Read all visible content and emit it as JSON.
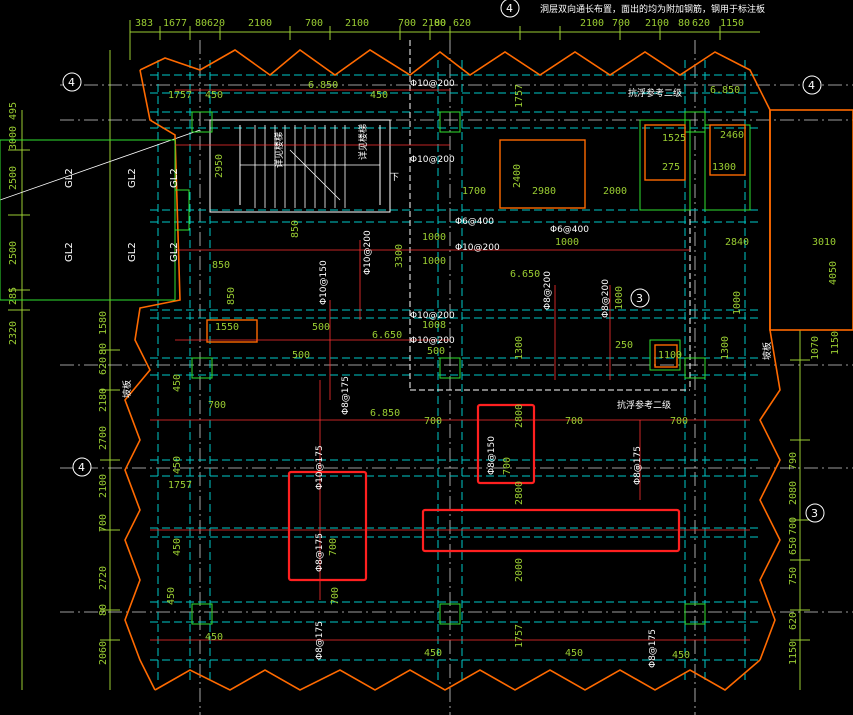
{
  "note_top": "洞层双向通长布置，面出的均为附加钢筋，钢用于标注板",
  "top_dims": [
    "383",
    "1677",
    "80",
    "620",
    "2100",
    "700",
    "2100",
    "700",
    "2100",
    "80",
    "620",
    "2100",
    "700",
    "2100",
    "80",
    "620",
    "1150"
  ],
  "left_dims": [
    "3000",
    "495",
    "2500",
    "2500",
    "285",
    "2320",
    "1580",
    "80",
    "620",
    "2180",
    "2700",
    "2100",
    "700",
    "2720",
    "80",
    "2060"
  ],
  "right_dims": [
    "1070",
    "1150",
    "790",
    "2080",
    "700",
    "650",
    "750",
    "620",
    "1150"
  ],
  "elevations": [
    "6.850",
    "6.650",
    "6.650",
    "6.850",
    "6.850"
  ],
  "gl_labels": [
    "GL2",
    "GL2",
    "GL2",
    "GL2",
    "GL2",
    "GL2"
  ],
  "rebar_labels": [
    "Φ10@200",
    "Φ10@200",
    "Φ10@200",
    "Φ10@200",
    "Φ10@200",
    "Φ10@200",
    "Φ10@150",
    "Φ8@175",
    "Φ8@175",
    "Φ8@175",
    "Φ8@150",
    "Φ8@175",
    "Φ10@175",
    "Φ8@200",
    "Φ6@400",
    "Φ6@400",
    "Φ8@200",
    "Φ8@175"
  ],
  "labels": {
    "stair1": "详见楼梯",
    "stair2": "详见楼梯",
    "down": "下",
    "pit1": "抗浮参考二级",
    "pit2": "抗浮参考二级",
    "slope": "坡板",
    "slope2": "坡板"
  },
  "numbers": [
    "450",
    "450",
    "1757",
    "1757",
    "2950",
    "850",
    "850",
    "850",
    "1000",
    "1000",
    "1000",
    "3300",
    "2400",
    "2980",
    "1700",
    "2000",
    "1525",
    "2460",
    "275",
    "1300",
    "2840",
    "3010",
    "4050",
    "1008",
    "500",
    "500",
    "500",
    "1550",
    "1300",
    "1000",
    "1100",
    "700",
    "700",
    "700",
    "700",
    "2800",
    "700",
    "700",
    "2800",
    "450",
    "450",
    "450",
    "450",
    "450",
    "450",
    "450",
    "450",
    "1757",
    "1757",
    "700",
    "2000",
    "1300",
    "1000",
    "250"
  ],
  "axes": [
    "4",
    "4",
    "4",
    "4",
    "3",
    "3"
  ],
  "colors": {
    "background": "#000000",
    "dimension": "#9acd32",
    "grid": "#00c8c8",
    "wall": "#ff6a00",
    "highlight": "#ff2020",
    "text": "#ffffff",
    "axis_line": "#e8e8e8"
  }
}
